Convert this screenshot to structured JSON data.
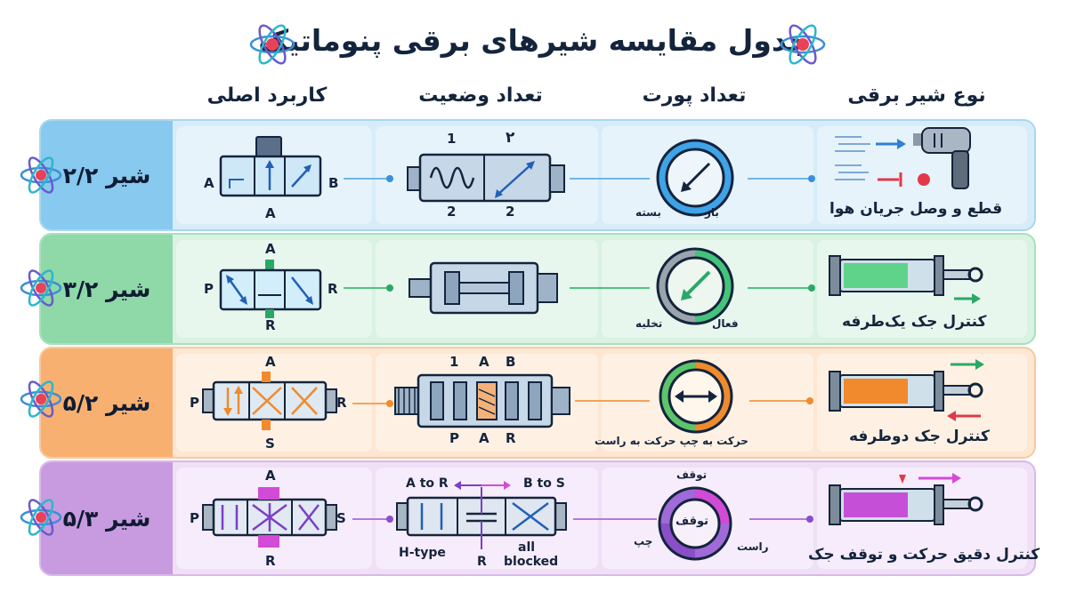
{
  "title": "جدول مقایسه شیرهای برقی پنوماتیک",
  "headers": {
    "col1": "نوع شیر برقی",
    "col2": "تعداد پورت",
    "col3": "تعداد وضعیت",
    "col4": "کاربرد اصلی"
  },
  "colors": {
    "row1": "#d6edf9",
    "row2": "#d9f2e2",
    "row3": "#fde7d2",
    "row4": "#efe0f6",
    "lab1": "#88c9ef",
    "lab2": "#8fd8a8",
    "lab3": "#f8b070",
    "lab4": "#c89be0"
  },
  "rows": [
    {
      "label": "شیر ۲/۲",
      "usage": "قطع و وصل جریان هوا",
      "dial": {
        "left": "بسته",
        "right": "باز"
      },
      "pos": {
        "top1": "1",
        "top2": "۲",
        "bot1": "2",
        "bot2": "2"
      },
      "port": {
        "left": "A",
        "right": "B",
        "bottom": "A"
      }
    },
    {
      "label": "شیر ۳/۲",
      "usage": "کنترل جک یک‌طرفه",
      "dial": {
        "left": "تخلیه",
        "right": "فعال"
      },
      "port": {
        "top": "A",
        "left": "P",
        "right": "R",
        "bottom": "R"
      }
    },
    {
      "label": "شیر ۵/۲",
      "usage": "کنترل جک دوطرفه",
      "dial": {
        "text": "حرکت به چپ   حرکت به راست"
      },
      "pos": {
        "top1": "1",
        "top2": "A",
        "top3": "B",
        "bot1": "P",
        "bot2": "A",
        "bot3": "R"
      },
      "port": {
        "top": "A",
        "left": "P",
        "right": "R",
        "bottom": "S"
      }
    },
    {
      "label": "شیر ۵/۳",
      "usage": "کنترل دقیق حرکت و توقف جک",
      "dial": {
        "top": "توقف",
        "center": "توقف",
        "left": "چپ",
        "right": "راست"
      },
      "pos": {
        "atr": "A to R",
        "bts": "B to S",
        "htype": "H-type",
        "r": "R",
        "all": "all",
        "blocked": "blocked"
      },
      "port": {
        "top": "A",
        "left": "P",
        "right": "S",
        "bottom": "R"
      }
    }
  ]
}
